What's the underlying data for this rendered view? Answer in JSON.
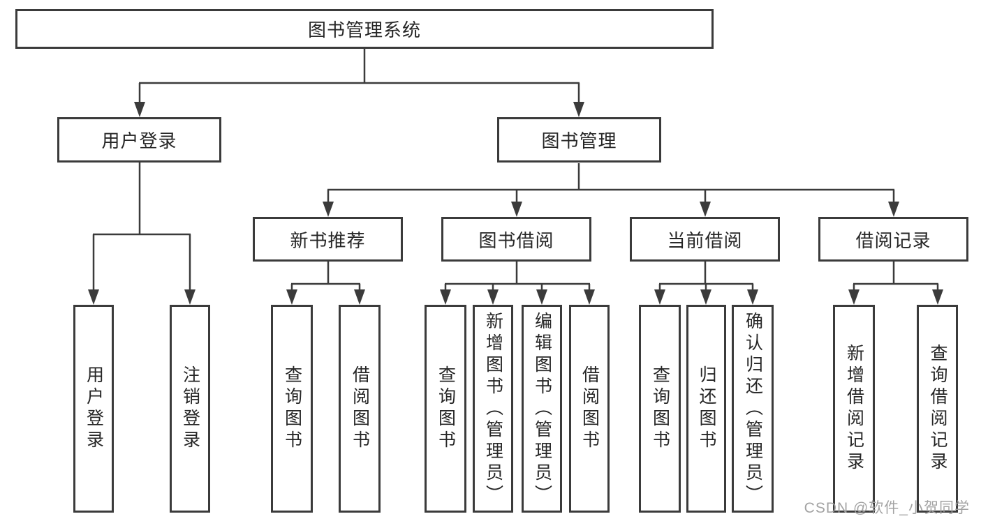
{
  "diagram_title": "图书管理系统",
  "nodes": {
    "root": "图书管理系统",
    "user_login": "用户登录",
    "book_management": "图书管理",
    "new_book_recommend": "新书推荐",
    "book_borrow": "图书借阅",
    "current_borrow": "当前借阅",
    "borrow_records": "借阅记录",
    "leaf_user_login": "用户登录",
    "leaf_logout": "注销登录",
    "leaf_query_book_1": "查询图书",
    "leaf_borrow_book_1": "借阅图书",
    "leaf_query_book_2": "查询图书",
    "leaf_add_book_admin": "新增图书（管理员）",
    "leaf_edit_book_admin": "编辑图书（管理员）",
    "leaf_borrow_book_2": "借阅图书",
    "leaf_query_book_3": "查询图书",
    "leaf_return_book": "归还图书",
    "leaf_confirm_return_admin": "确认归还（管理员）",
    "leaf_add_borrow_record": "新增借阅记录",
    "leaf_query_borrow_record": "查询借阅记录"
  },
  "hierarchy": {
    "图书管理系统": {
      "用户登录": [
        "用户登录",
        "注销登录"
      ],
      "图书管理": {
        "新书推荐": [
          "查询图书",
          "借阅图书"
        ],
        "图书借阅": [
          "查询图书",
          "新增图书（管理员）",
          "编辑图书（管理员）",
          "借阅图书"
        ],
        "当前借阅": [
          "查询图书",
          "归还图书",
          "确认归还（管理员）"
        ],
        "借阅记录": [
          "新增借阅记录",
          "查询借阅记录"
        ]
      }
    }
  },
  "watermark": "CSDN @软件_小贺同学",
  "colors": {
    "line": "#3b3b3b",
    "text": "#262626",
    "watermark": "#9e9e9e",
    "background": "#ffffff"
  }
}
